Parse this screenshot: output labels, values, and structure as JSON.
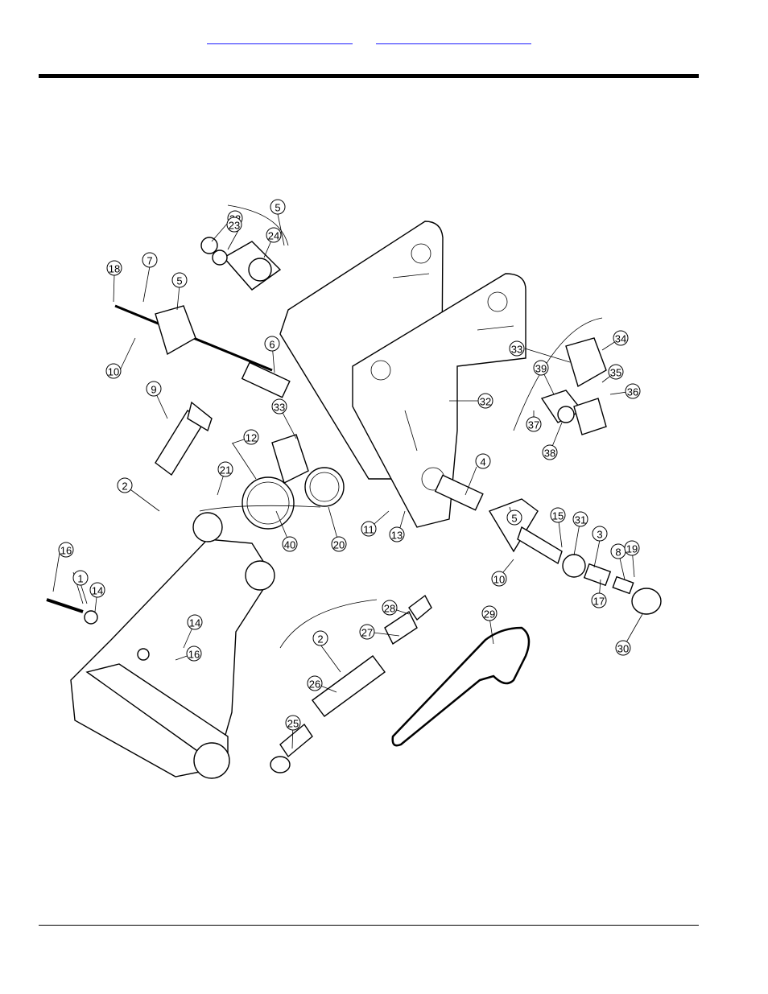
{
  "header": {
    "links": [
      {
        "label": ""
      },
      {
        "label": ""
      }
    ]
  },
  "diagram": {
    "callouts": [
      {
        "label": "1"
      },
      {
        "label": "2"
      },
      {
        "label": "2"
      },
      {
        "label": "3"
      },
      {
        "label": "4"
      },
      {
        "label": "5"
      },
      {
        "label": "5"
      },
      {
        "label": "5"
      },
      {
        "label": "6"
      },
      {
        "label": "7"
      },
      {
        "label": "8"
      },
      {
        "label": "9"
      },
      {
        "label": "10"
      },
      {
        "label": "10"
      },
      {
        "label": "11"
      },
      {
        "label": "12"
      },
      {
        "label": "13"
      },
      {
        "label": "14"
      },
      {
        "label": "14"
      },
      {
        "label": "15"
      },
      {
        "label": "16"
      },
      {
        "label": "16"
      },
      {
        "label": "17"
      },
      {
        "label": "18"
      },
      {
        "label": "19"
      },
      {
        "label": "20"
      },
      {
        "label": "21"
      },
      {
        "label": "22"
      },
      {
        "label": "23"
      },
      {
        "label": "24"
      },
      {
        "label": "25"
      },
      {
        "label": "26"
      },
      {
        "label": "27"
      },
      {
        "label": "28"
      },
      {
        "label": "29"
      },
      {
        "label": "30"
      },
      {
        "label": "31"
      },
      {
        "label": "32"
      },
      {
        "label": "33"
      },
      {
        "label": "33"
      },
      {
        "label": "34"
      },
      {
        "label": "35"
      },
      {
        "label": "36"
      },
      {
        "label": "37"
      },
      {
        "label": "38"
      },
      {
        "label": "39"
      },
      {
        "label": "40"
      }
    ]
  }
}
